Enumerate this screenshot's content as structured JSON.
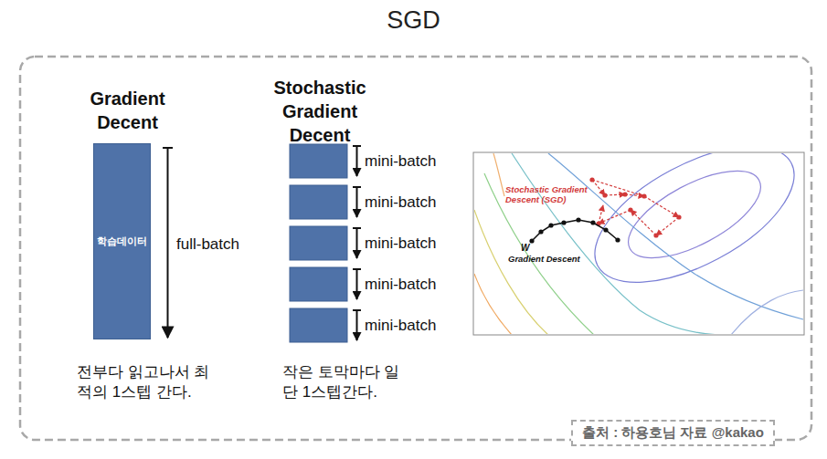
{
  "diagram": {
    "title": "SGD",
    "nodes": [
      {
        "text": [
          "학습데이터"
        ]
      },
      {
        "text": [
          "출처 : 하용호님 자료 @kakao"
        ]
      }
    ],
    "labels": [
      "Gradient Decent",
      "full-batch",
      "전부다 읽고나서 최적의 1스텝 간다.",
      "Stochastic Gradient Decent",
      "mini-batch",
      "mini-batch",
      "mini-batch",
      "mini-batch",
      "mini-batch",
      "작은 토막마다 일단 1스텝간다.",
      "Stochastic Gradient Descent (SGD)",
      "W",
      "Gradient Descent"
    ]
  }
}
